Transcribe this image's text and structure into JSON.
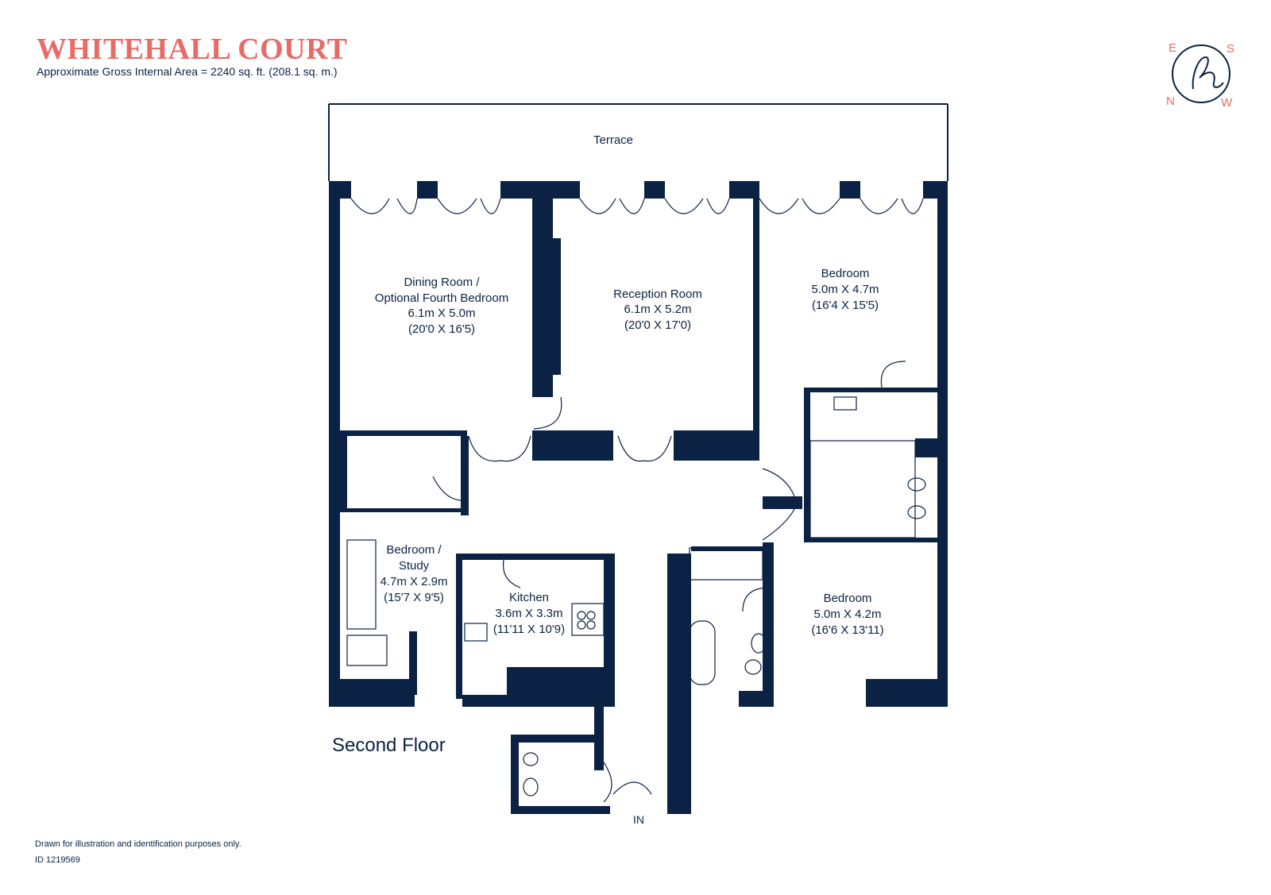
{
  "header": {
    "title": "WHITEHALL COURT",
    "subtitle": "Approximate Gross Internal Area = 2240 sq. ft. (208.1 sq. m.)"
  },
  "compass": {
    "e": "E",
    "s": "S",
    "n": "N",
    "w": "W",
    "logo_letter": "h"
  },
  "plan": {
    "terrace": "Terrace",
    "floor_label": "Second Floor",
    "entrance": "IN",
    "rooms": {
      "dining": [
        "Dining Room /",
        "Optional Fourth Bedroom",
        "6.1m X 5.0m",
        "(20'0 X 16'5)"
      ],
      "reception": [
        "Reception Room",
        "6.1m X 5.2m",
        "(20'0 X 17'0)"
      ],
      "bedroom_top": [
        "Bedroom",
        "5.0m X 4.7m",
        "(16'4 X 15'5)"
      ],
      "study": [
        "Bedroom /",
        "Study",
        "4.7m X 2.9m",
        "(15'7 X 9'5)"
      ],
      "kitchen": [
        "Kitchen",
        "3.6m X 3.3m",
        "(11'11 X 10'9)"
      ],
      "bedroom_bottom": [
        "Bedroom",
        "5.0m X 4.2m",
        "(16'6 X 13'11)"
      ]
    }
  },
  "footer": {
    "note": "Drawn for illustration and identification purposes only.",
    "id": "ID 1219569"
  },
  "colors": {
    "wall": "#0b2244",
    "accent": "#e86b68",
    "background": "#ffffff"
  }
}
